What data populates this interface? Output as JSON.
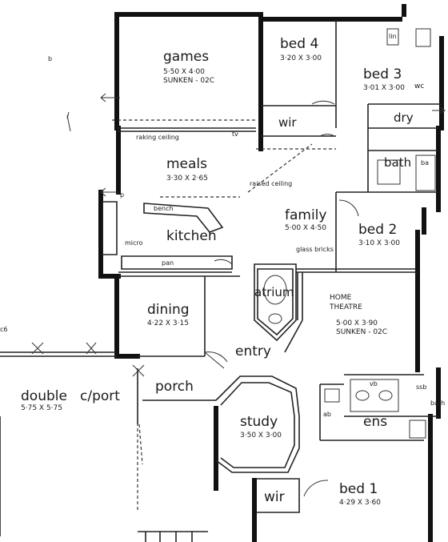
{
  "rooms": {
    "games": {
      "name": "games",
      "dims": "5·50 X 4·00",
      "note": "SUNKEN - 02C"
    },
    "bed4": {
      "name": "bed 4",
      "dims": "3·20 X 3·00"
    },
    "bed3": {
      "name": "bed 3",
      "dims": "3·01 X 3·00"
    },
    "wir_top": {
      "name": "wir"
    },
    "dry": {
      "name": "dry"
    },
    "bath": {
      "name": "bath",
      "ba": "ba"
    },
    "meals": {
      "name": "meals",
      "dims": "3·30 X 2·65",
      "note": "raking ceiling"
    },
    "raised": {
      "note": "raised ceiling"
    },
    "family": {
      "name": "family",
      "dims": "5·00 X 4·50"
    },
    "bed2": {
      "name": "bed 2",
      "dims": "3·10 X 3·00"
    },
    "kitchen": {
      "name": "kitchen",
      "bench": "bench",
      "micro": "micro",
      "pan": "pan"
    },
    "glass": {
      "note": "glass bricks"
    },
    "atrium": {
      "name": "atrium"
    },
    "theatre": {
      "name_line1": "HOME",
      "name_line2": "THEATRE",
      "dims": "5·00 X 3·90",
      "note": "SUNKEN - 02C"
    },
    "dining": {
      "name": "dining",
      "dims": "4·22 X 3·15"
    },
    "entry": {
      "name": "entry"
    },
    "porch": {
      "name": "porch"
    },
    "carport": {
      "name_a": "double",
      "name_b": "c/port",
      "dims": "5·75 X 5·75"
    },
    "study": {
      "name": "study",
      "dims": "3·50 X 3·00"
    },
    "ens": {
      "name": "ens",
      "vb": "vb",
      "bath": "bath",
      "ssb": "ssb"
    },
    "wir_bot": {
      "name": "wir"
    },
    "bed1": {
      "name": "bed 1",
      "dims": "4·29 X 3·60"
    }
  },
  "marks": {
    "wc": "wc",
    "lin": "lin",
    "tv": "tv",
    "b": "b",
    "c6": "c6",
    "p": "p",
    "ab": "ab"
  }
}
